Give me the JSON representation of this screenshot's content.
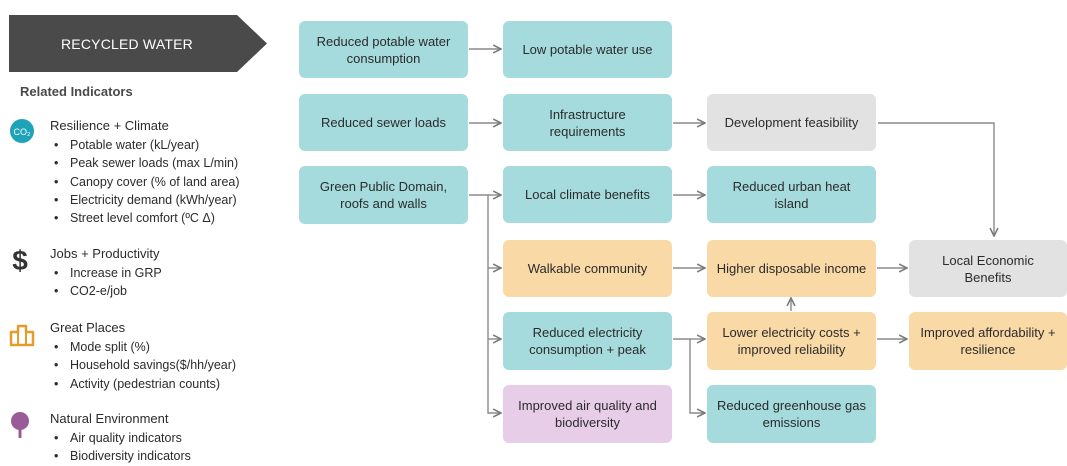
{
  "banner": {
    "title": "RECYCLED WATER"
  },
  "related": {
    "heading": "Related Indicators",
    "categories": [
      {
        "icon": "co2-icon",
        "title": "Resilience + Climate",
        "items": [
          "Potable water (kL/year)",
          "Peak sewer loads (max L/min)",
          "Canopy cover (% of land area)",
          "Electricity demand (kWh/year)",
          "Street level comfort (ºC Δ)"
        ]
      },
      {
        "icon": "dollar-icon",
        "title": "Jobs + Productivity",
        "items": [
          "Increase in GRP",
          "CO2-e/job"
        ]
      },
      {
        "icon": "buildings-icon",
        "title": "Great Places",
        "items": [
          "Mode split (%)",
          "Household savings($/hh/year)",
          "Activity (pedestrian counts)"
        ]
      },
      {
        "icon": "tree-icon",
        "title": "Natural Environment",
        "items": [
          "Air quality indicators",
          "Biodiversity indicators"
        ]
      }
    ]
  },
  "icons": {
    "co2_glyph": "CO₂",
    "dollar_glyph": "$"
  },
  "colors": {
    "teal": "#a5dbdc",
    "grey": "#e2e2e2",
    "orange": "#f9d9a6",
    "purple": "#e7cde8",
    "banner": "#4a4a4a",
    "accent_co2": "#1fa3b8",
    "accent_buildings": "#e59c2d",
    "accent_tree": "#9a5b97"
  },
  "flow": {
    "reduced_potable": "Reduced potable water consumption",
    "low_potable": "Low potable water use",
    "reduced_sewer": "Reduced sewer loads",
    "infrastructure": "Infrastructure requirements",
    "development": "Development feasibility",
    "green_public": "Green Public Domain, roofs and walls",
    "local_climate": "Local climate benefits",
    "urban_heat": "Reduced urban heat island",
    "walkable": "Walkable community",
    "disposable": "Higher disposable income",
    "local_economic": "Local Economic Benefits",
    "reduced_electricity": "Reduced electricity consumption + peak",
    "lower_electricity": "Lower electricity costs + improved reliability",
    "affordability": "Improved affordability + resilience",
    "air_quality": "Improved air quality and biodiversity",
    "greenhouse": "Reduced greenhouse gas emissions"
  }
}
